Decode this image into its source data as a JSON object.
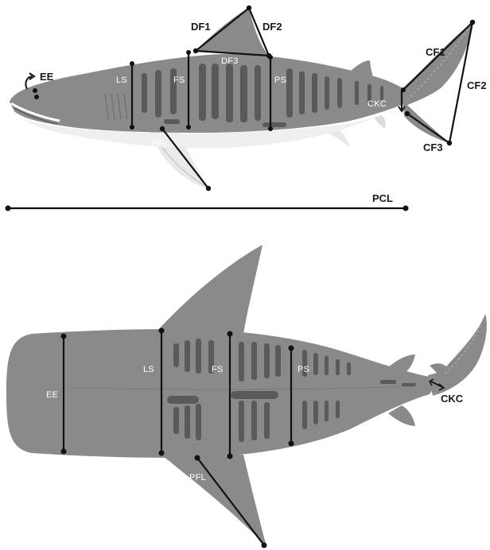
{
  "colors": {
    "body": "#8a8a8a",
    "belly": "#efefef",
    "stripe": "#5a5a5a",
    "line": "#111111",
    "label_dark": "#1a1a1a",
    "label_light": "#ffffff"
  },
  "side_view": {
    "labels": {
      "ee": "EE",
      "df1": "DF1",
      "df2": "DF2",
      "df3": "DF3",
      "ls": "LS",
      "fs": "FS",
      "ps": "PS",
      "pfl": "PFL",
      "ckc": "CKC",
      "cf1": "CF1",
      "cf2": "CF2",
      "cf3": "CF3",
      "pcl": "PCL"
    }
  },
  "top_view": {
    "labels": {
      "ee": "EE",
      "ls": "LS",
      "fs": "FS",
      "ps": "PS",
      "pfl": "PFL",
      "ckc": "CKC"
    }
  }
}
